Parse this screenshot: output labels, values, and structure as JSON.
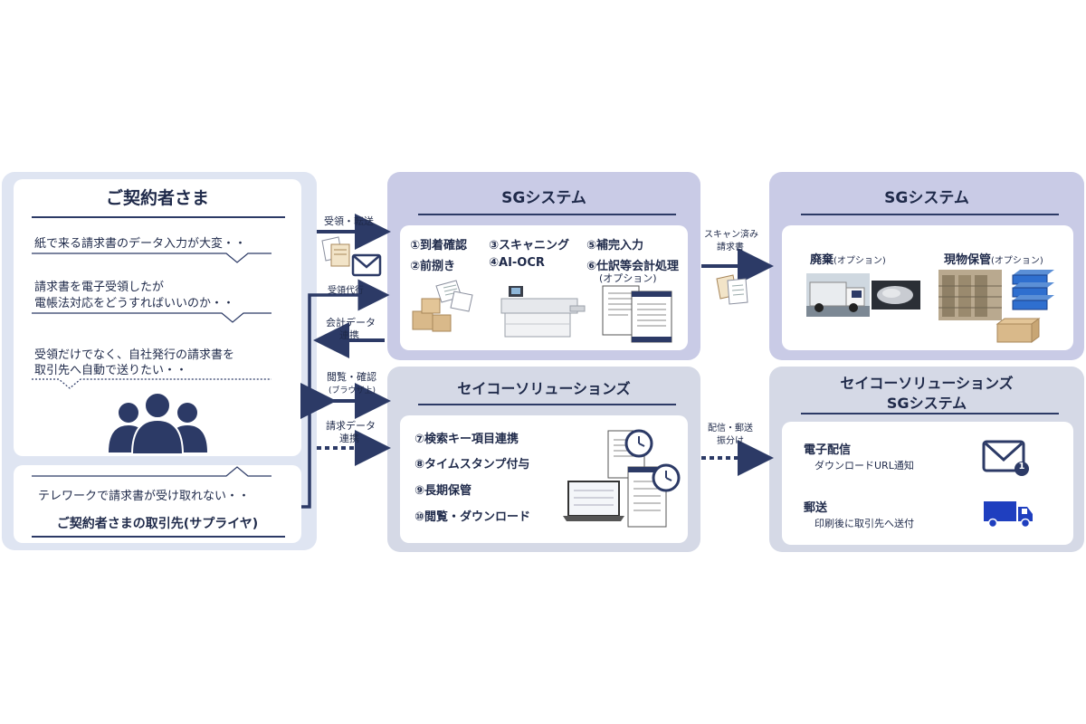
{
  "customer": {
    "title": "ご契約者さま",
    "concerns": [
      "紙で来る請求書のデータ入力が大変・・",
      "請求書を電子受領したが",
      "電帳法対応をどうすればいいのか・・",
      "受領だけでなく、自社発行の請求書を",
      "取引先へ自動で送りたい・・"
    ],
    "supplier_concern": "テレワークで請求書が受け取れない・・",
    "supplier_title": "ご契約者さまの取引先(サプライヤ)"
  },
  "flows": {
    "receive_forward": "受領・転送",
    "receive_proxy": "受領代行",
    "accounting_data_1": "会計データ",
    "accounting_data_2": "連携",
    "view_confirm": "閲覧・確認",
    "browser": "(ブラウザ上)",
    "invoice_data_1": "請求データ",
    "invoice_data_2": "連携",
    "scanned_1": "スキャン済み",
    "scanned_2": "請求書",
    "deliver_1": "配信・郵送",
    "deliver_2": "振分け"
  },
  "sg_system": {
    "title": "SGシステム",
    "steps": [
      "①到着確認",
      "②前捌き",
      "③スキャニング",
      "④AI-OCR",
      "⑤補完入力",
      "⑥仕訳等会計処理"
    ],
    "option": "(オプション)"
  },
  "seiko": {
    "title": "セイコーソリューションズ",
    "steps": [
      "⑦検索キー項目連携",
      "⑧タイムスタンプ付与",
      "⑨長期保管",
      "⑩閲覧・ダウンロード"
    ]
  },
  "sg_system_right": {
    "title": "SGシステム",
    "disposal": "廃棄",
    "disposal_opt": "(オプション)",
    "storage": "現物保管",
    "storage_opt": "(オプション)"
  },
  "seiko_sg": {
    "title_1": "セイコーソリューションズ",
    "title_2": "SGシステム",
    "email_title": "電子配信",
    "email_desc": "ダウンロードURL通知",
    "post_title": "郵送",
    "post_desc": "印刷後に取引先へ送付",
    "badge": "1"
  },
  "colors": {
    "navy": "#2c3a66",
    "panel_blue": "#c9cbe6",
    "panel_gray": "#d5d9e6",
    "left_panel": "#dfe5f2",
    "truck_blue": "#1f3fbf"
  }
}
